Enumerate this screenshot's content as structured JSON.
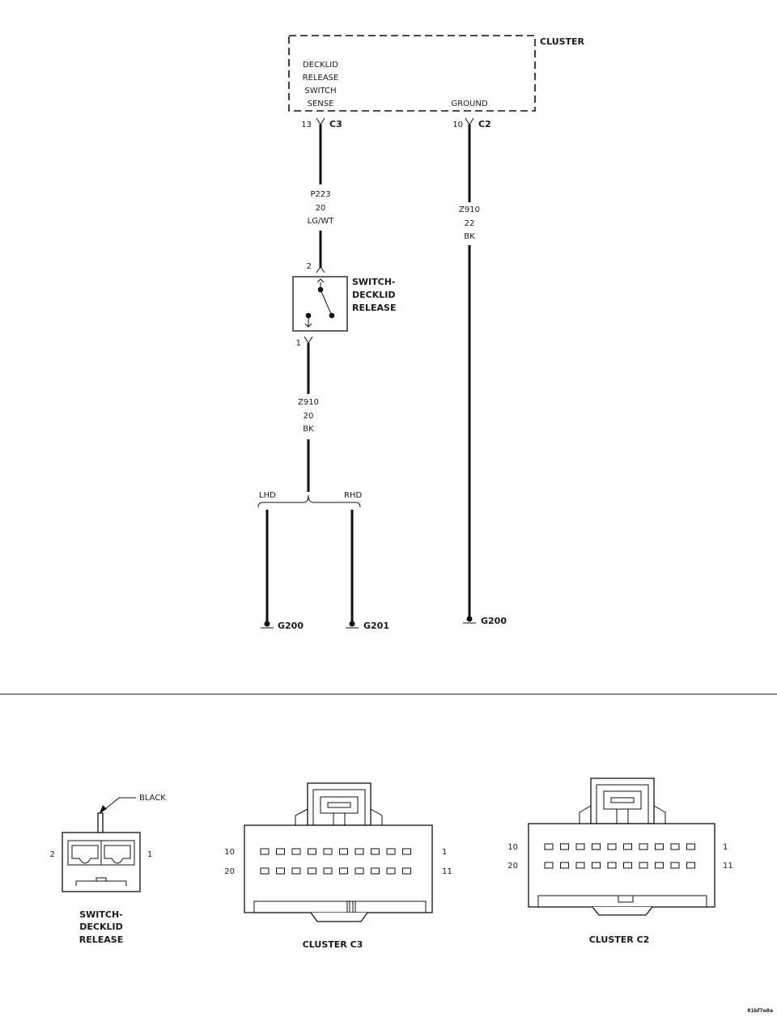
{
  "cluster": {
    "title": "CLUSTER",
    "decklid_sense_lines": [
      "DECKLID",
      "RELEASE",
      "SWITCH",
      "SENSE"
    ],
    "ground_label": "GROUND"
  },
  "connectors": {
    "c3_pin": "13",
    "c3_label": "C3",
    "c2_pin": "10",
    "c2_label": "C2"
  },
  "wires": {
    "p223": {
      "circuit": "P223",
      "gauge": "20",
      "color": "LG/WT"
    },
    "z910_22": {
      "circuit": "Z910",
      "gauge": "22",
      "color": "BK"
    },
    "z910_20": {
      "circuit": "Z910",
      "gauge": "20",
      "color": "BK"
    }
  },
  "switch": {
    "title_lines": [
      "SWITCH-",
      "DECKLID",
      "RELEASE"
    ],
    "pin_top": "2",
    "pin_bottom": "1"
  },
  "branch": {
    "left": "LHD",
    "right": "RHD"
  },
  "grounds": {
    "lhd": "G200",
    "rhd": "G201",
    "right": "G200"
  },
  "views": {
    "switch_view": {
      "callout": "BLACK",
      "pin_left": "2",
      "pin_right": "1",
      "caption_lines": [
        "SWITCH-",
        "DECKLID",
        "RELEASE"
      ]
    },
    "c3_view": {
      "pin_tl": "10",
      "pin_tr": "1",
      "pin_bl": "20",
      "pin_br": "11",
      "caption": "CLUSTER C3"
    },
    "c2_view": {
      "pin_tl": "10",
      "pin_tr": "1",
      "pin_bl": "20",
      "pin_br": "11",
      "caption": "CLUSTER C2"
    }
  },
  "figure_id": "81bf7e8a"
}
